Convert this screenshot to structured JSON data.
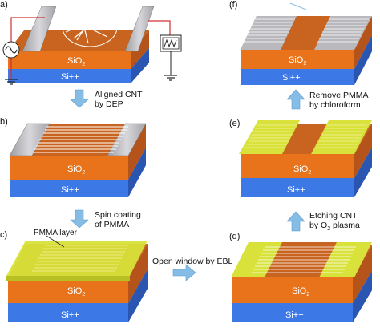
{
  "panels": {
    "a": {
      "label": "a)"
    },
    "b": {
      "label": "b)"
    },
    "c": {
      "label": "c)",
      "layer_label": "PMMA layer"
    },
    "d": {
      "label": "(d)"
    },
    "e": {
      "label": "(e)"
    },
    "f": {
      "label": "(f)"
    }
  },
  "materials": {
    "oxide": "SiO",
    "oxide_sub": "2",
    "substrate": "Si++"
  },
  "steps": {
    "a_to_b": {
      "line1": "Aligned CNT",
      "line2": "by DEP"
    },
    "b_to_c": {
      "line1": "Spin coating",
      "line2": "of PMMA"
    },
    "c_to_d": {
      "line1": "Open window by EBL"
    },
    "d_to_e": {
      "line1": "Etching CNT",
      "line2_pre": "by O",
      "line2_sub": "2",
      "line2_post": " plasma"
    },
    "e_to_f": {
      "line1": "Remove PMMA",
      "line2": "by chloroform"
    }
  },
  "colors": {
    "oxide_front": "#e8731a",
    "oxide_side": "#b4541a",
    "oxide_top": "#c8641f",
    "substrate_front": "#3c78e6",
    "substrate_side": "#2a55b0",
    "electrode": "#b9b9bd",
    "pmma": "#d8e23a",
    "cnt": "#ffffff",
    "arrow": "#86bde6",
    "wire": "#d23030"
  }
}
